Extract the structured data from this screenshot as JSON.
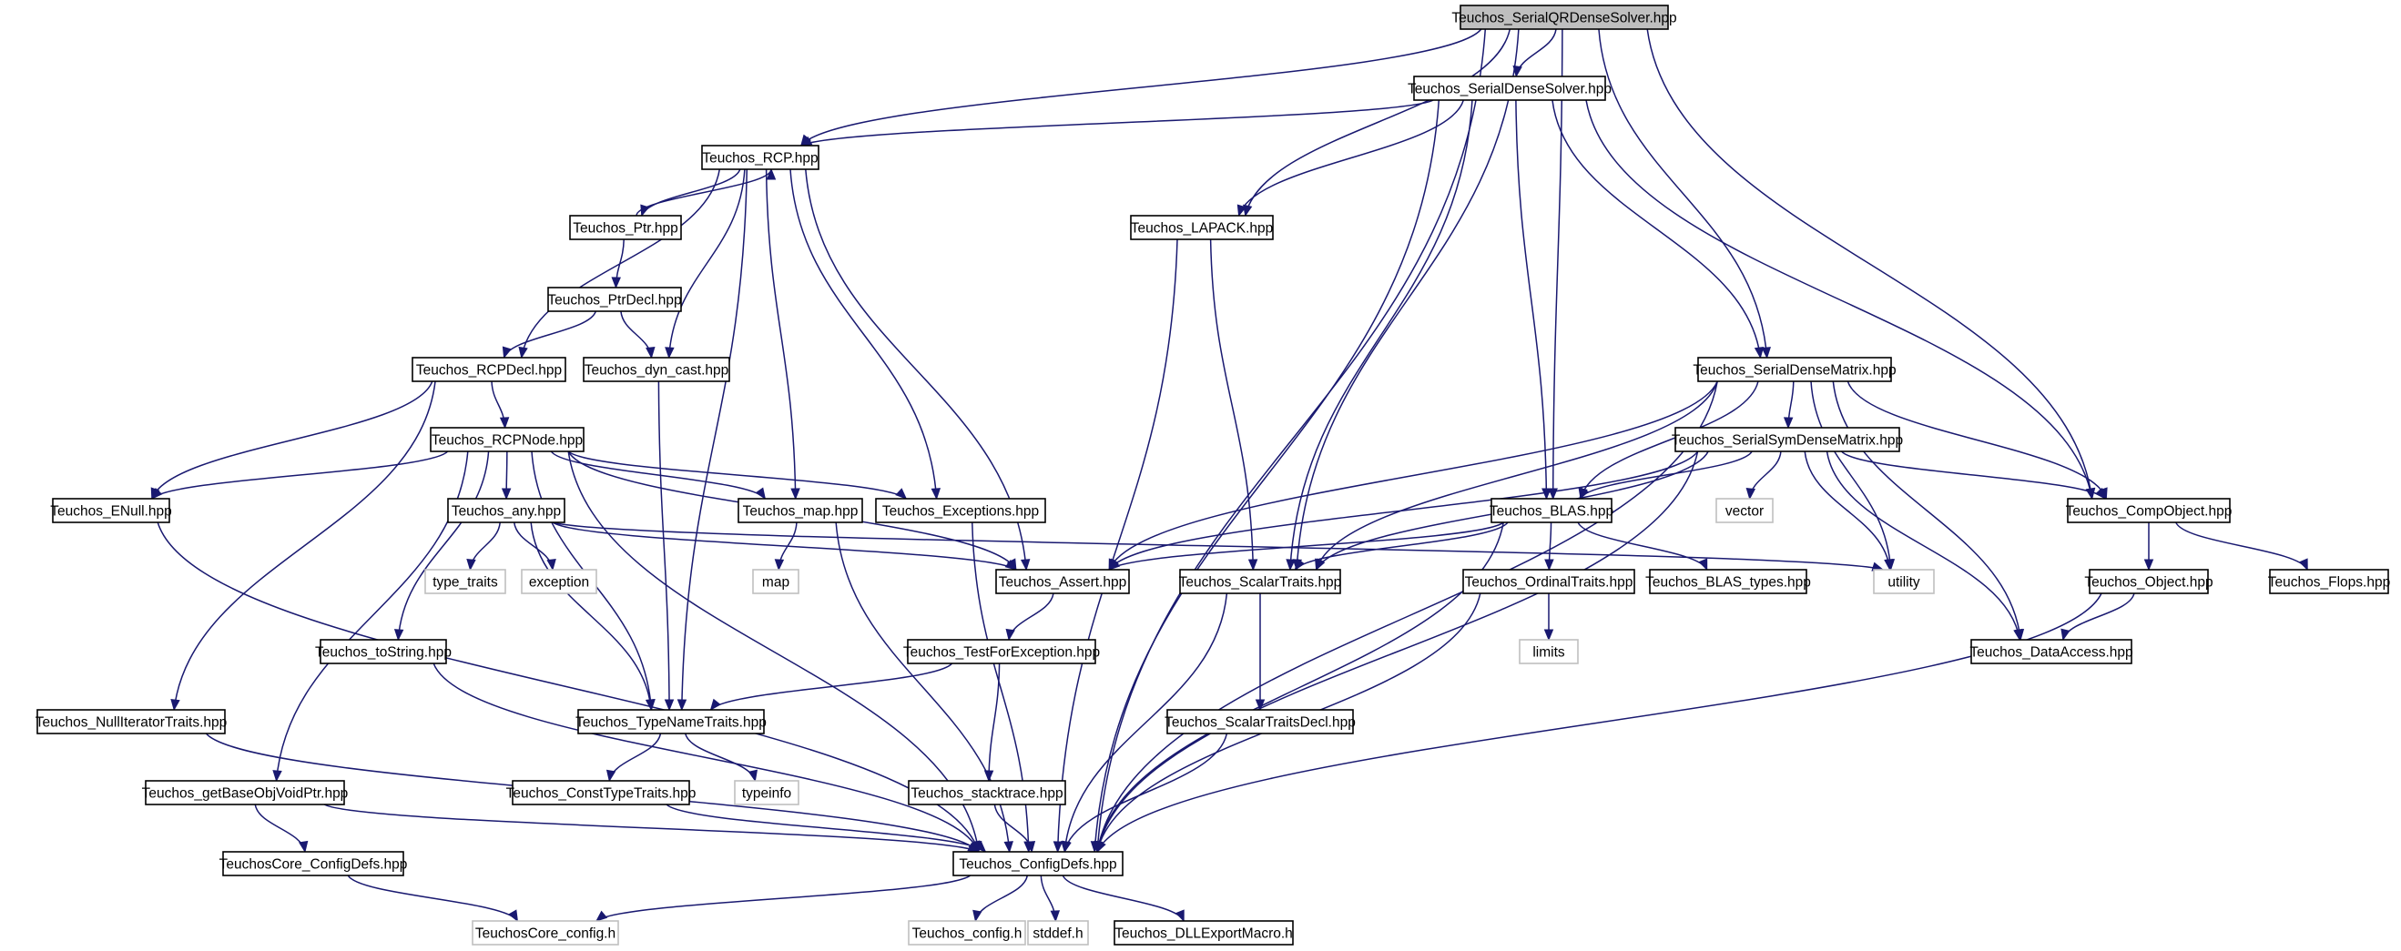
{
  "graph": {
    "nodes": [
      {
        "id": "sqr",
        "label": "Teuchos_SerialQRDenseSolver.hpp",
        "kind": "root"
      },
      {
        "id": "sds",
        "label": "Teuchos_SerialDenseSolver.hpp",
        "kind": "file"
      },
      {
        "id": "rcp",
        "label": "Teuchos_RCP.hpp",
        "kind": "file"
      },
      {
        "id": "lapack",
        "label": "Teuchos_LAPACK.hpp",
        "kind": "file"
      },
      {
        "id": "ptr",
        "label": "Teuchos_Ptr.hpp",
        "kind": "file"
      },
      {
        "id": "ptrdecl",
        "label": "Teuchos_PtrDecl.hpp",
        "kind": "file"
      },
      {
        "id": "rcpdecl",
        "label": "Teuchos_RCPDecl.hpp",
        "kind": "file"
      },
      {
        "id": "dyncast",
        "label": "Teuchos_dyn_cast.hpp",
        "kind": "file"
      },
      {
        "id": "sdm",
        "label": "Teuchos_SerialDenseMatrix.hpp",
        "kind": "file"
      },
      {
        "id": "rcpnode",
        "label": "Teuchos_RCPNode.hpp",
        "kind": "file"
      },
      {
        "id": "ssdm",
        "label": "Teuchos_SerialSymDenseMatrix.hpp",
        "kind": "file"
      },
      {
        "id": "enull",
        "label": "Teuchos_ENull.hpp",
        "kind": "file"
      },
      {
        "id": "any",
        "label": "Teuchos_any.hpp",
        "kind": "file"
      },
      {
        "id": "map",
        "label": "Teuchos_map.hpp",
        "kind": "file"
      },
      {
        "id": "exceptions",
        "label": "Teuchos_Exceptions.hpp",
        "kind": "file"
      },
      {
        "id": "blas",
        "label": "Teuchos_BLAS.hpp",
        "kind": "file"
      },
      {
        "id": "vector",
        "label": "vector",
        "kind": "external"
      },
      {
        "id": "compobject",
        "label": "Teuchos_CompObject.hpp",
        "kind": "file"
      },
      {
        "id": "typetraits",
        "label": "type_traits",
        "kind": "external"
      },
      {
        "id": "exception",
        "label": "exception",
        "kind": "external"
      },
      {
        "id": "mapstd",
        "label": "map",
        "kind": "external"
      },
      {
        "id": "assert",
        "label": "Teuchos_Assert.hpp",
        "kind": "file"
      },
      {
        "id": "scalartraits",
        "label": "Teuchos_ScalarTraits.hpp",
        "kind": "file"
      },
      {
        "id": "ordinaltraits",
        "label": "Teuchos_OrdinalTraits.hpp",
        "kind": "file"
      },
      {
        "id": "blastypes",
        "label": "Teuchos_BLAS_types.hpp",
        "kind": "file"
      },
      {
        "id": "utility",
        "label": "utility",
        "kind": "external"
      },
      {
        "id": "object",
        "label": "Teuchos_Object.hpp",
        "kind": "file"
      },
      {
        "id": "flops",
        "label": "Teuchos_Flops.hpp",
        "kind": "file"
      },
      {
        "id": "tostring",
        "label": "Teuchos_toString.hpp",
        "kind": "file"
      },
      {
        "id": "testforexc",
        "label": "Teuchos_TestForException.hpp",
        "kind": "file"
      },
      {
        "id": "limits",
        "label": "limits",
        "kind": "external"
      },
      {
        "id": "dataaccess",
        "label": "Teuchos_DataAccess.hpp",
        "kind": "file"
      },
      {
        "id": "nulliter",
        "label": "Teuchos_NullIteratorTraits.hpp",
        "kind": "file"
      },
      {
        "id": "typename",
        "label": "Teuchos_TypeNameTraits.hpp",
        "kind": "file"
      },
      {
        "id": "scalartraitsdecl",
        "label": "Teuchos_ScalarTraitsDecl.hpp",
        "kind": "file"
      },
      {
        "id": "getbase",
        "label": "Teuchos_getBaseObjVoidPtr.hpp",
        "kind": "file"
      },
      {
        "id": "consttype",
        "label": "Teuchos_ConstTypeTraits.hpp",
        "kind": "file"
      },
      {
        "id": "typeinfo",
        "label": "typeinfo",
        "kind": "external"
      },
      {
        "id": "stacktrace",
        "label": "Teuchos_stacktrace.hpp",
        "kind": "file"
      },
      {
        "id": "coreconfigdefs",
        "label": "TeuchosCore_ConfigDefs.hpp",
        "kind": "file"
      },
      {
        "id": "configdefs",
        "label": "Teuchos_ConfigDefs.hpp",
        "kind": "file"
      },
      {
        "id": "coreconfigh",
        "label": "TeuchosCore_config.h",
        "kind": "external"
      },
      {
        "id": "configh",
        "label": "Teuchos_config.h",
        "kind": "external"
      },
      {
        "id": "stddef",
        "label": "stddef.h",
        "kind": "external"
      },
      {
        "id": "dllexport",
        "label": "Teuchos_DLLExportMacro.h",
        "kind": "file"
      }
    ],
    "edges": [
      [
        "sqr",
        "sds"
      ],
      [
        "sqr",
        "rcp"
      ],
      [
        "sqr",
        "lapack"
      ],
      [
        "sqr",
        "scalartraits"
      ],
      [
        "sqr",
        "blas"
      ],
      [
        "sqr",
        "sdm"
      ],
      [
        "sqr",
        "compobject"
      ],
      [
        "sqr",
        "configdefs"
      ],
      [
        "sds",
        "rcp"
      ],
      [
        "sds",
        "lapack"
      ],
      [
        "sds",
        "scalartraits"
      ],
      [
        "sds",
        "blas"
      ],
      [
        "sds",
        "sdm"
      ],
      [
        "sds",
        "compobject"
      ],
      [
        "sds",
        "configdefs"
      ],
      [
        "rcp",
        "ptr"
      ],
      [
        "rcp",
        "rcpdecl"
      ],
      [
        "rcp",
        "dyncast"
      ],
      [
        "rcp",
        "map"
      ],
      [
        "rcp",
        "exceptions"
      ],
      [
        "rcp",
        "assert"
      ],
      [
        "rcp",
        "typename"
      ],
      [
        "ptr",
        "rcp"
      ],
      [
        "ptr",
        "ptrdecl"
      ],
      [
        "ptrdecl",
        "rcpdecl"
      ],
      [
        "ptrdecl",
        "dyncast"
      ],
      [
        "rcpdecl",
        "rcpnode"
      ],
      [
        "rcpdecl",
        "enull"
      ],
      [
        "rcpdecl",
        "nulliter"
      ],
      [
        "dyncast",
        "typename"
      ],
      [
        "rcpnode",
        "enull"
      ],
      [
        "rcpnode",
        "any"
      ],
      [
        "rcpnode",
        "map"
      ],
      [
        "rcpnode",
        "exceptions"
      ],
      [
        "rcpnode",
        "assert"
      ],
      [
        "rcpnode",
        "typename"
      ],
      [
        "rcpnode",
        "tostring"
      ],
      [
        "rcpnode",
        "getbase"
      ],
      [
        "rcpnode",
        "configdefs"
      ],
      [
        "enull",
        "configdefs"
      ],
      [
        "any",
        "typetraits"
      ],
      [
        "any",
        "exception"
      ],
      [
        "any",
        "assert"
      ],
      [
        "any",
        "typename"
      ],
      [
        "any",
        "utility"
      ],
      [
        "map",
        "mapstd"
      ],
      [
        "map",
        "configdefs"
      ],
      [
        "exceptions",
        "configdefs"
      ],
      [
        "lapack",
        "scalartraits"
      ],
      [
        "lapack",
        "configdefs"
      ],
      [
        "sdm",
        "ssdm"
      ],
      [
        "sdm",
        "compobject"
      ],
      [
        "sdm",
        "blas"
      ],
      [
        "sdm",
        "dataaccess"
      ],
      [
        "sdm",
        "utility"
      ],
      [
        "sdm",
        "scalartraits"
      ],
      [
        "sdm",
        "assert"
      ],
      [
        "sdm",
        "configdefs"
      ],
      [
        "ssdm",
        "vector"
      ],
      [
        "ssdm",
        "compobject"
      ],
      [
        "ssdm",
        "blas"
      ],
      [
        "ssdm",
        "dataaccess"
      ],
      [
        "ssdm",
        "utility"
      ],
      [
        "ssdm",
        "scalartraits"
      ],
      [
        "ssdm",
        "assert"
      ],
      [
        "ssdm",
        "configdefs"
      ],
      [
        "blas",
        "ordinaltraits"
      ],
      [
        "blas",
        "blastypes"
      ],
      [
        "blas",
        "scalartraits"
      ],
      [
        "blas",
        "assert"
      ],
      [
        "blas",
        "configdefs"
      ],
      [
        "compobject",
        "object"
      ],
      [
        "compobject",
        "flops"
      ],
      [
        "object",
        "dataaccess"
      ],
      [
        "object",
        "configdefs"
      ],
      [
        "assert",
        "testforexc"
      ],
      [
        "testforexc",
        "typename"
      ],
      [
        "testforexc",
        "stacktrace"
      ],
      [
        "scalartraits",
        "scalartraitsdecl"
      ],
      [
        "scalartraits",
        "configdefs"
      ],
      [
        "scalartraitsdecl",
        "configdefs"
      ],
      [
        "ordinaltraits",
        "limits"
      ],
      [
        "ordinaltraits",
        "configdefs"
      ],
      [
        "typename",
        "consttype"
      ],
      [
        "typename",
        "typeinfo"
      ],
      [
        "tostring",
        "configdefs"
      ],
      [
        "nulliter",
        "configdefs"
      ],
      [
        "getbase",
        "coreconfigdefs"
      ],
      [
        "getbase",
        "configdefs"
      ],
      [
        "consttype",
        "configdefs"
      ],
      [
        "stacktrace",
        "configdefs"
      ],
      [
        "coreconfigdefs",
        "coreconfigh"
      ],
      [
        "configdefs",
        "coreconfigh"
      ],
      [
        "configdefs",
        "configh"
      ],
      [
        "configdefs",
        "stddef"
      ],
      [
        "configdefs",
        "dllexport"
      ]
    ]
  }
}
